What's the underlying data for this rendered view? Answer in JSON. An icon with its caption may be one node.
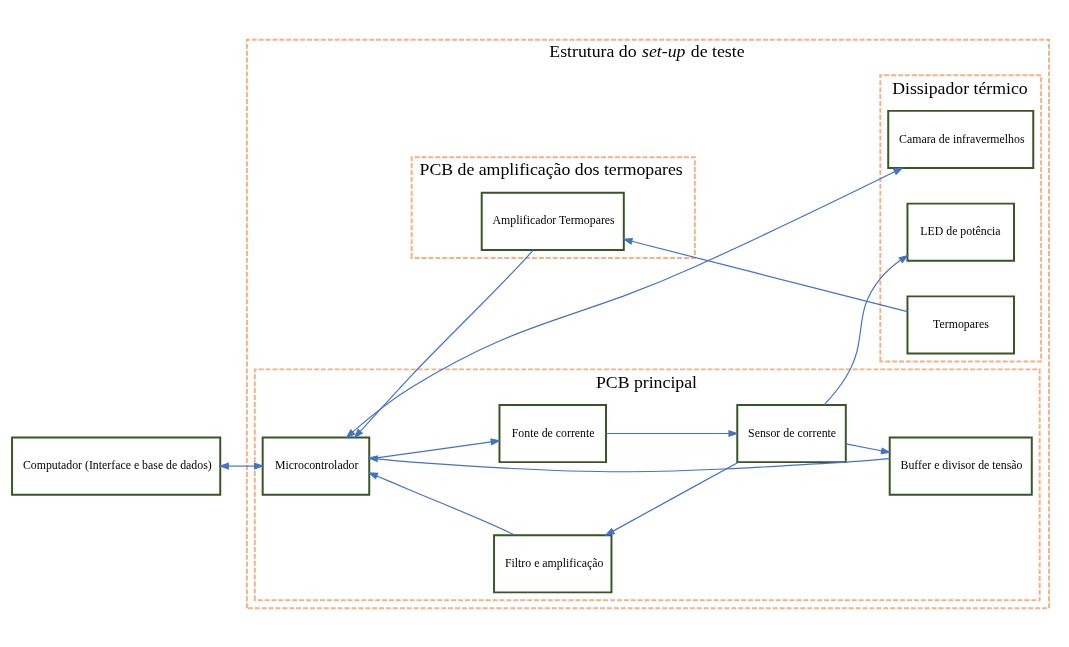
{
  "diagram": {
    "nodes": [
      {
        "text": [
          "Estrutura do *set-up* de teste"
        ]
      },
      {
        "text": [
          "PCB principal"
        ],
        "in": 0
      },
      {
        "text": [
          "Microcontrolador"
        ],
        "in": 1
      },
      {
        "text": [
          "Filtro e amplificação"
        ],
        "in": 1
      },
      {
        "text": [
          "Fonte de corrente"
        ],
        "in": 1
      },
      {
        "text": [
          "Sensor de corrente"
        ],
        "in": 1
      },
      {
        "text": [
          "Buffer e divisor de tensão"
        ],
        "in": 1
      },
      {
        "text": [
          "Dissipador térmico"
        ],
        "in": 0
      },
      {
        "text": [
          "Camara de infravermelhos"
        ],
        "in": 7
      },
      {
        "text": [
          "LED de potência"
        ],
        "in": 7
      },
      {
        "text": [
          "Termopares"
        ],
        "in": 7
      },
      {
        "text": [
          "PCB de amplificação dos termopares"
        ],
        "in": 0
      },
      {
        "text": [
          "Amplificador Termopares"
        ],
        "in": 11
      },
      {
        "text": [
          "Computador (Interface e base de dados)"
        ]
      }
    ],
    "edges": [
      {
        "from": 13,
        "to": 2,
        "arrow": "both"
      },
      {
        "from": 2,
        "to": 8,
        "arrow": "both"
      },
      {
        "from": 3,
        "to": 2,
        "arrow": "to"
      },
      {
        "from": 2,
        "to": 4,
        "arrow": "to"
      },
      {
        "from": 4,
        "to": 5,
        "arrow": "to"
      },
      {
        "from": 5,
        "to": 3,
        "arrow": "to"
      },
      {
        "from": 5,
        "to": 9,
        "arrow": "to"
      },
      {
        "from": 5,
        "to": 6,
        "arrow": "to"
      },
      {
        "from": 6,
        "to": 2,
        "arrow": "to"
      },
      {
        "from": 10,
        "to": 12,
        "arrow": "to"
      },
      {
        "from": 12,
        "to": 2,
        "arrow": "to"
      }
    ]
  }
}
